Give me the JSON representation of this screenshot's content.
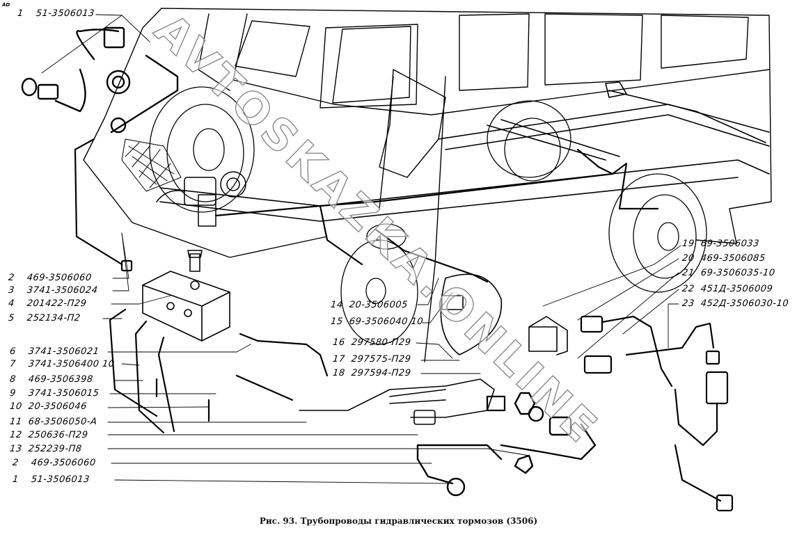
{
  "corner_mark": "AD",
  "caption": "Рис. 93. Трубопроводы гидравлических тормозов (3506)",
  "watermark": "AVTOSKAZKA.ONLINE",
  "colors": {
    "ink": "#000000",
    "paper": "#ffffff",
    "watermark": "#8a8a8a"
  },
  "labels_left": [
    {
      "num": "1",
      "part": "51-3506013"
    },
    {
      "num": "2",
      "part": "469-3506060"
    },
    {
      "num": "3",
      "part": "3741-3506024"
    },
    {
      "num": "4",
      "part": "201422-П29"
    },
    {
      "num": "5",
      "part": "252134-П2"
    },
    {
      "num": "6",
      "part": "3741-3506021"
    },
    {
      "num": "7",
      "part": "3741-3506400 10"
    },
    {
      "num": "8",
      "part": "469-3506398"
    },
    {
      "num": "9",
      "part": "3741-3506015"
    },
    {
      "num": "10",
      "part": "20-3506046"
    },
    {
      "num": "11",
      "part": "68-3506050-А"
    },
    {
      "num": "12",
      "part": "250636-П29"
    },
    {
      "num": "13",
      "part": "252239-П8"
    },
    {
      "num": "2",
      "part": "469-3506060"
    },
    {
      "num": "1",
      "part": "51-3506013"
    }
  ],
  "labels_center": [
    {
      "num": "14",
      "part": "20-3506005"
    },
    {
      "num": "15",
      "part": "69-3506040 10"
    },
    {
      "num": "16",
      "part": "297580-П29"
    },
    {
      "num": "17",
      "part": "297575-П29"
    },
    {
      "num": "18",
      "part": "297594-П29"
    }
  ],
  "labels_right": [
    {
      "num": "19",
      "part": "69-3506033"
    },
    {
      "num": "20",
      "part": "469-3506085"
    },
    {
      "num": "21",
      "part": "69-3506035-10"
    },
    {
      "num": "22",
      "part": "451Д-3506009"
    },
    {
      "num": "23",
      "part": "452Д-3506030-10"
    }
  ]
}
